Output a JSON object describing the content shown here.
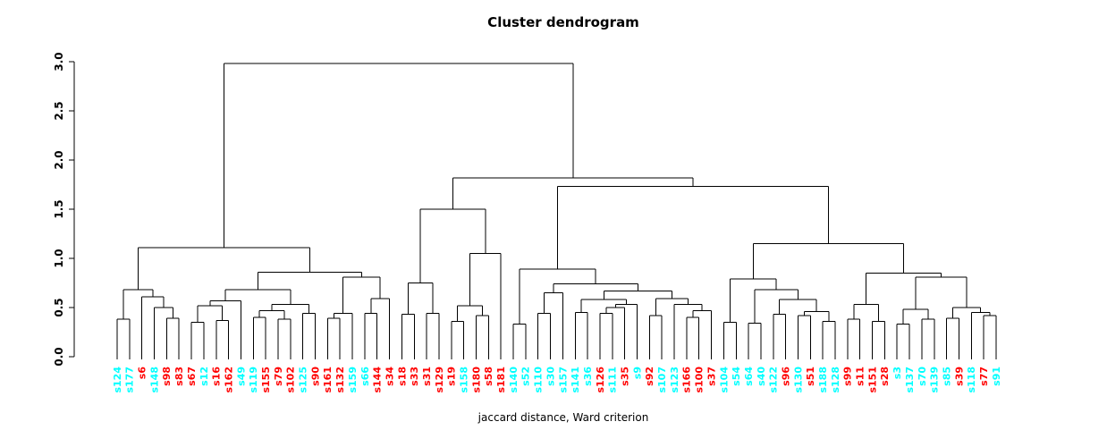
{
  "chart_data": {
    "type": "dendrogram",
    "title": "Cluster dendrogram",
    "xlabel": "jaccard distance, Ward criterion",
    "ylabel": "",
    "ylim": [
      0,
      3
    ],
    "y_ticks": [
      0,
      0.5,
      1,
      1.5,
      2,
      2.5,
      3
    ],
    "y_tick_labels": [
      "0.0",
      "0.5",
      "1.0",
      "1.5",
      "2.0",
      "2.5",
      "3.0"
    ],
    "grid": false,
    "line_color": "#000000",
    "leaf_label_colors": {
      "cyan": "#00ffff",
      "red": "#ff0000"
    },
    "root_height": 2.98,
    "leaves": [
      {
        "label": "s124",
        "color": "cyan"
      },
      {
        "label": "s177",
        "color": "cyan"
      },
      {
        "label": "s6",
        "color": "red"
      },
      {
        "label": "s148",
        "color": "cyan"
      },
      {
        "label": "s98",
        "color": "red"
      },
      {
        "label": "s83",
        "color": "red"
      },
      {
        "label": "s67",
        "color": "red"
      },
      {
        "label": "s12",
        "color": "cyan"
      },
      {
        "label": "s16",
        "color": "red"
      },
      {
        "label": "s162",
        "color": "red"
      },
      {
        "label": "s49",
        "color": "cyan"
      },
      {
        "label": "s119",
        "color": "cyan"
      },
      {
        "label": "s155",
        "color": "red"
      },
      {
        "label": "s79",
        "color": "red"
      },
      {
        "label": "s102",
        "color": "red"
      },
      {
        "label": "s125",
        "color": "cyan"
      },
      {
        "label": "s90",
        "color": "red"
      },
      {
        "label": "s161",
        "color": "red"
      },
      {
        "label": "s132",
        "color": "red"
      },
      {
        "label": "s159",
        "color": "cyan"
      },
      {
        "label": "s66",
        "color": "cyan"
      },
      {
        "label": "s144",
        "color": "red"
      },
      {
        "label": "s34",
        "color": "red"
      },
      {
        "label": "s18",
        "color": "red"
      },
      {
        "label": "s33",
        "color": "red"
      },
      {
        "label": "s31",
        "color": "red"
      },
      {
        "label": "s129",
        "color": "red"
      },
      {
        "label": "s19",
        "color": "red"
      },
      {
        "label": "s158",
        "color": "cyan"
      },
      {
        "label": "s180",
        "color": "red"
      },
      {
        "label": "s58",
        "color": "red"
      },
      {
        "label": "s181",
        "color": "red"
      },
      {
        "label": "s140",
        "color": "cyan"
      },
      {
        "label": "s52",
        "color": "cyan"
      },
      {
        "label": "s110",
        "color": "cyan"
      },
      {
        "label": "s30",
        "color": "cyan"
      },
      {
        "label": "s157",
        "color": "cyan"
      },
      {
        "label": "s141",
        "color": "cyan"
      },
      {
        "label": "s36",
        "color": "cyan"
      },
      {
        "label": "s126",
        "color": "red"
      },
      {
        "label": "s111",
        "color": "cyan"
      },
      {
        "label": "s35",
        "color": "red"
      },
      {
        "label": "s9",
        "color": "cyan"
      },
      {
        "label": "s92",
        "color": "red"
      },
      {
        "label": "s107",
        "color": "cyan"
      },
      {
        "label": "s123",
        "color": "cyan"
      },
      {
        "label": "s166",
        "color": "red"
      },
      {
        "label": "s100",
        "color": "red"
      },
      {
        "label": "s37",
        "color": "red"
      },
      {
        "label": "s104",
        "color": "cyan"
      },
      {
        "label": "s54",
        "color": "cyan"
      },
      {
        "label": "s64",
        "color": "cyan"
      },
      {
        "label": "s40",
        "color": "cyan"
      },
      {
        "label": "s122",
        "color": "cyan"
      },
      {
        "label": "s96",
        "color": "red"
      },
      {
        "label": "s130",
        "color": "cyan"
      },
      {
        "label": "s51",
        "color": "red"
      },
      {
        "label": "s188",
        "color": "cyan"
      },
      {
        "label": "s128",
        "color": "cyan"
      },
      {
        "label": "s99",
        "color": "red"
      },
      {
        "label": "s11",
        "color": "red"
      },
      {
        "label": "s151",
        "color": "red"
      },
      {
        "label": "s28",
        "color": "red"
      },
      {
        "label": "s3",
        "color": "cyan"
      },
      {
        "label": "s137",
        "color": "cyan"
      },
      {
        "label": "s70",
        "color": "cyan"
      },
      {
        "label": "s139",
        "color": "cyan"
      },
      {
        "label": "s85",
        "color": "cyan"
      },
      {
        "label": "s39",
        "color": "red"
      },
      {
        "label": "s118",
        "color": "cyan"
      },
      {
        "label": "s77",
        "color": "red"
      },
      {
        "label": "s91",
        "color": "cyan"
      }
    ],
    "tree": [
      2.98,
      [
        1.11,
        [
          0.68,
          [
            0.38,
            "s124",
            "s177"
          ],
          [
            0.61,
            "s6",
            [
              0.5,
              "s148",
              [
                0.39,
                "s98",
                "s83"
              ]
            ]
          ]
        ],
        [
          0.86,
          [
            0.68,
            [
              0.57,
              [
                0.52,
                [
                  0.35,
                  "s67",
                  "s12"
                ],
                [
                  0.37,
                  "s16",
                  "s162"
                ]
              ],
              "s49"
            ],
            [
              0.53,
              [
                0.47,
                [
                  0.4,
                  "s119",
                  "s155"
                ],
                [
                  0.38,
                  "s79",
                  "s102"
                ]
              ],
              [
                0.44,
                "s125",
                "s90"
              ]
            ]
          ],
          [
            0.81,
            [
              0.44,
              [
                0.39,
                "s161",
                "s132"
              ],
              "s159"
            ],
            [
              0.59,
              [
                0.44,
                "s66",
                "s144"
              ],
              "s34"
            ]
          ]
        ]
      ],
      [
        1.82,
        [
          1.5,
          [
            0.75,
            [
              0.43,
              "s18",
              "s33"
            ],
            [
              0.44,
              "s31",
              "s129"
            ]
          ],
          [
            1.05,
            [
              0.52,
              [
                0.36,
                "s19",
                "s158"
              ],
              [
                0.42,
                "s180",
                "s58"
              ]
            ],
            "s181"
          ]
        ],
        [
          1.73,
          [
            0.89,
            [
              0.33,
              "s140",
              "s52"
            ],
            [
              0.74,
              [
                0.65,
                [
                  0.44,
                  "s110",
                  "s30"
                ],
                "s157"
              ],
              [
                0.67,
                [
                  0.58,
                  [
                    0.45,
                    "s141",
                    "s36"
                  ],
                  [
                    0.53,
                    [
                      0.5,
                      [
                        0.44,
                        "s126",
                        "s111"
                      ],
                      "s35"
                    ],
                    "s9"
                  ]
                ],
                [
                  0.59,
                  [
                    0.42,
                    "s92",
                    "s107"
                  ],
                  [
                    0.53,
                    "s123",
                    [
                      0.47,
                      [
                        0.4,
                        "s166",
                        "s100"
                      ],
                      "s37"
                    ]
                  ]
                ]
              ]
            ]
          ],
          [
            1.15,
            [
              0.79,
              [
                0.35,
                "s104",
                "s54"
              ],
              [
                0.68,
                [
                  0.34,
                  "s64",
                  "s40"
                ],
                [
                  0.58,
                  [
                    0.43,
                    "s122",
                    "s96"
                  ],
                  [
                    0.46,
                    [
                      0.42,
                      "s130",
                      "s51"
                    ],
                    [
                      0.36,
                      "s188",
                      "s128"
                    ]
                  ]
                ]
              ]
            ],
            [
              0.85,
              [
                0.53,
                [
                  0.38,
                  "s99",
                  "s11"
                ],
                [
                  0.36,
                  "s151",
                  "s28"
                ]
              ],
              [
                0.81,
                [
                  0.48,
                  [
                    0.33,
                    "s3",
                    "s137"
                  ],
                  [
                    0.38,
                    "s70",
                    "s139"
                  ]
                ],
                [
                  0.5,
                  [
                    0.39,
                    "s85",
                    "s39"
                  ],
                  [
                    0.45,
                    "s118",
                    [
                      0.42,
                      "s77",
                      "s91"
                    ]
                  ]
                ]
              ]
            ]
          ]
        ]
      ]
    ]
  }
}
